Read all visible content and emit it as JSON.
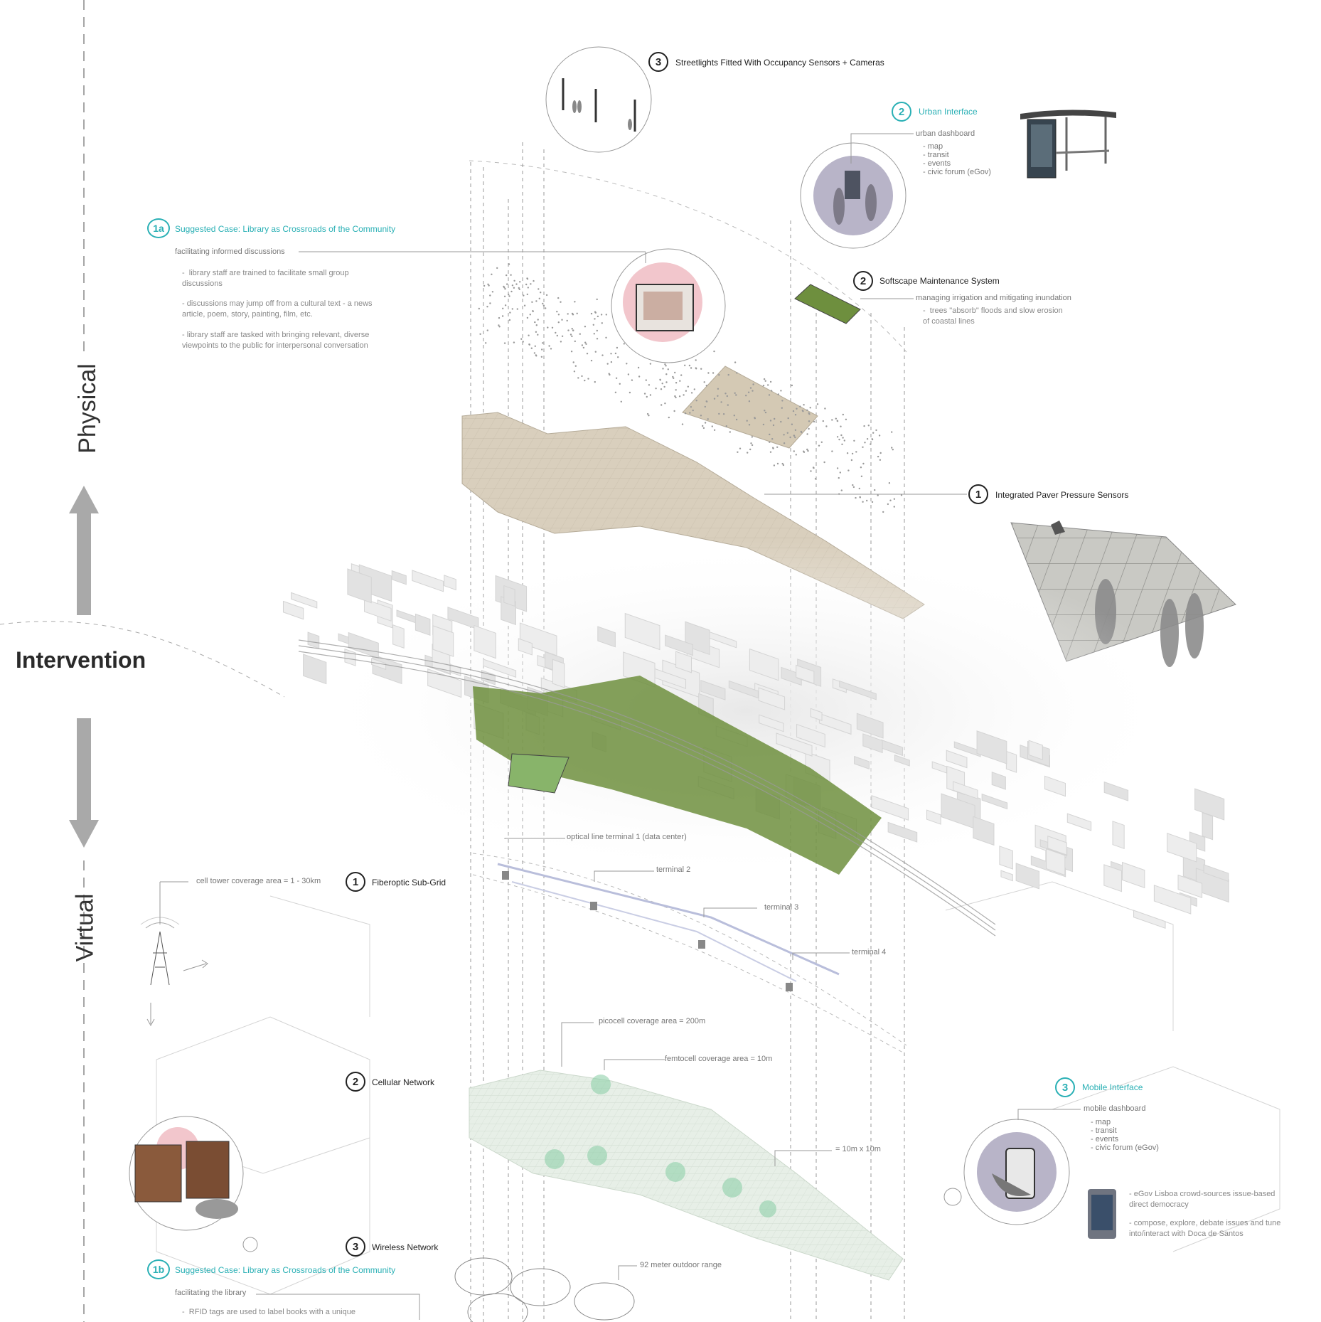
{
  "axis": {
    "physical": "Physical",
    "intervention": "Intervention",
    "virtual": "Virtual"
  },
  "callouts": {
    "streetlights": {
      "num": "3",
      "label": "Streetlights Fitted With Occupancy Sensors + Cameras"
    },
    "urban_interface": {
      "num": "2",
      "label": "Urban Interface",
      "sub": "urban dashboard",
      "items": [
        "map",
        "transit",
        "events",
        "civic forum (eGov)"
      ]
    },
    "case_1a": {
      "num": "1a",
      "label": "Suggested Case: Library as Crossroads of the Community",
      "sub": "facilitating informed discussions",
      "items": [
        "library staff are trained to facilitate small group discussions",
        "- discussions may jump off from a cultural text - a news article, poem, story, painting, film, etc.",
        "- library staff are tasked with bringing relevant, diverse viewpoints to the public for interpersonal conversation"
      ]
    },
    "softscape": {
      "num": "2",
      "label": "Softscape Maintenance System",
      "sub": "managing irrigation and mitigating inundation",
      "item": "trees \"absorb\" floods and slow erosion of coastal lines"
    },
    "paver": {
      "num": "1",
      "label": "Integrated Paver Pressure Sensors"
    },
    "fiberoptic": {
      "num": "1",
      "label": "Fiberoptic Sub-Grid",
      "cell_tower": "cell tower coverage area = 1 - 30km",
      "terminal1": "optical line terminal 1 (data center)",
      "terminal2": "terminal 2",
      "terminal3": "terminal 3",
      "terminal4": "terminal 4"
    },
    "cellular": {
      "num": "2",
      "label": "Cellular Network",
      "picocell": "picocell coverage area = 200m",
      "femtocell": "femtocell coverage area = 10m",
      "grid": "= 10m x 10m"
    },
    "wireless": {
      "num": "3",
      "label": "Wireless Network",
      "range": "92 meter outdoor range"
    },
    "mobile_interface": {
      "num": "3",
      "label": "Mobile Interface",
      "sub": "mobile dashboard",
      "items": [
        "map",
        "transit",
        "events",
        "civic forum (eGov)"
      ],
      "note1": "- eGov Lisboa crowd-sources issue-based direct democracy",
      "note2": "- compose, explore, debate issues and tune into/interact with Doca de Santos"
    },
    "case_1b": {
      "num": "1b",
      "label": "Suggested Case: Library as Crossroads of the Community",
      "sub": "facilitating the library",
      "item": "RFID tags are used to label books with a unique"
    }
  },
  "colors": {
    "teal": "#2ab0b5",
    "paver_beige": "#d9cfbd",
    "park_green": "#6e8f3e",
    "library_pink": "#f2c6cc",
    "interface_lavender": "#b8b4c8",
    "arrow_gray": "#a9a9a9"
  }
}
